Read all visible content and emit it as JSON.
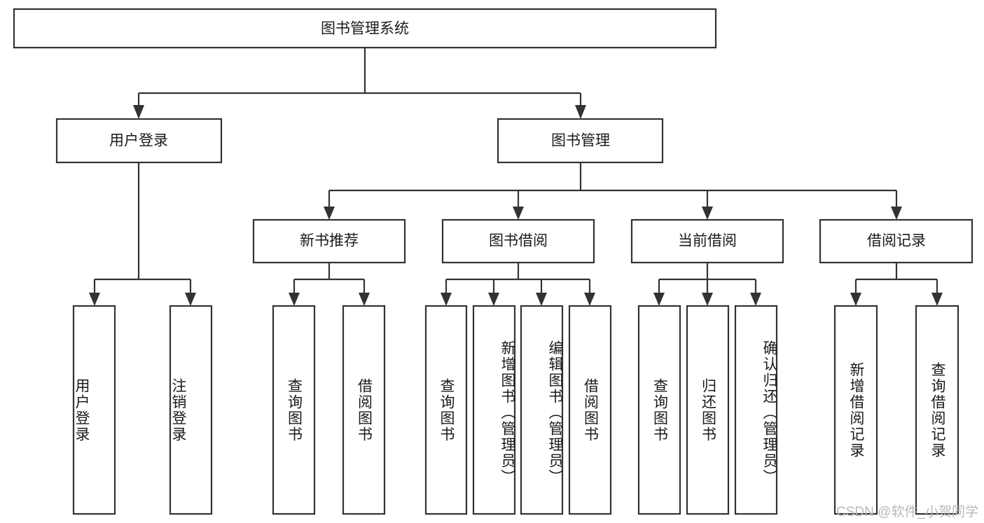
{
  "diagram": {
    "type": "hierarchy-tree",
    "title": "图书管理系统",
    "watermark": "CSDN @软件_小贺同学",
    "colors": {
      "box_stroke": "#333333",
      "box_fill": "#ffffff",
      "text": "#1a1a1a",
      "watermark": "#b9b9b9",
      "background": "#ffffff"
    },
    "root": {
      "label": "图书管理系统"
    },
    "level2": [
      {
        "label": "用户登录"
      },
      {
        "label": "图书管理"
      }
    ],
    "level3": [
      {
        "label": "新书推荐"
      },
      {
        "label": "图书借阅"
      },
      {
        "label": "当前借阅"
      },
      {
        "label": "借阅记录"
      }
    ],
    "leaves": {
      "user_login": [
        {
          "label": "用户登录"
        },
        {
          "label": "注销登录"
        }
      ],
      "new_book_recommend": [
        {
          "label": "查询图书"
        },
        {
          "label": "借阅图书"
        }
      ],
      "book_borrow": [
        {
          "label": "查询图书"
        },
        {
          "label": "新增图书（管理员）"
        },
        {
          "label": "编辑图书（管理员）"
        },
        {
          "label": "借阅图书"
        }
      ],
      "current_borrow": [
        {
          "label": "查询图书"
        },
        {
          "label": "归还图书"
        },
        {
          "label": "确认归还（管理员）"
        }
      ],
      "borrow_record": [
        {
          "label": "新增借阅记录"
        },
        {
          "label": "查询借阅记录"
        }
      ]
    }
  }
}
